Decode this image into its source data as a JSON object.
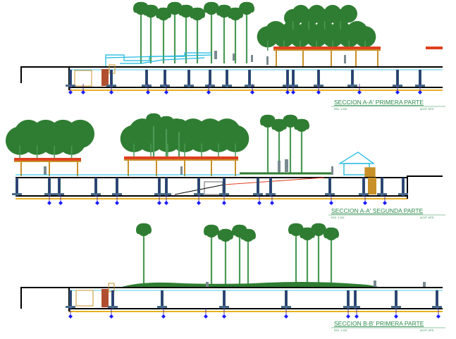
{
  "sections": [
    {
      "title": "SECCION   A-A' PRIMERA PARTE",
      "scale": "ESC. 1:100",
      "units": "ACOT. MTS."
    },
    {
      "title": "SECCION   A-A' SEGUNDA  PARTE",
      "scale": "ESC. 1:100",
      "units": "ACOT. MTS."
    },
    {
      "title": "SECCION   B-B' PRIMERA PARTE",
      "scale": "ESC. 1:100",
      "units": "ACOT. MTS."
    }
  ],
  "colors": {
    "tree": "#2f7d32",
    "trunk": "#4a9a55",
    "structure": "#000000",
    "column": "#3a1a8c",
    "column_fill": "#2a5a6a",
    "foundation": "#e8b020",
    "marker": "#1a1aff",
    "pergola_top": "#e04020",
    "pergola": "#c89028",
    "rail": "#19b8e0",
    "label": "#2a8a4a"
  }
}
